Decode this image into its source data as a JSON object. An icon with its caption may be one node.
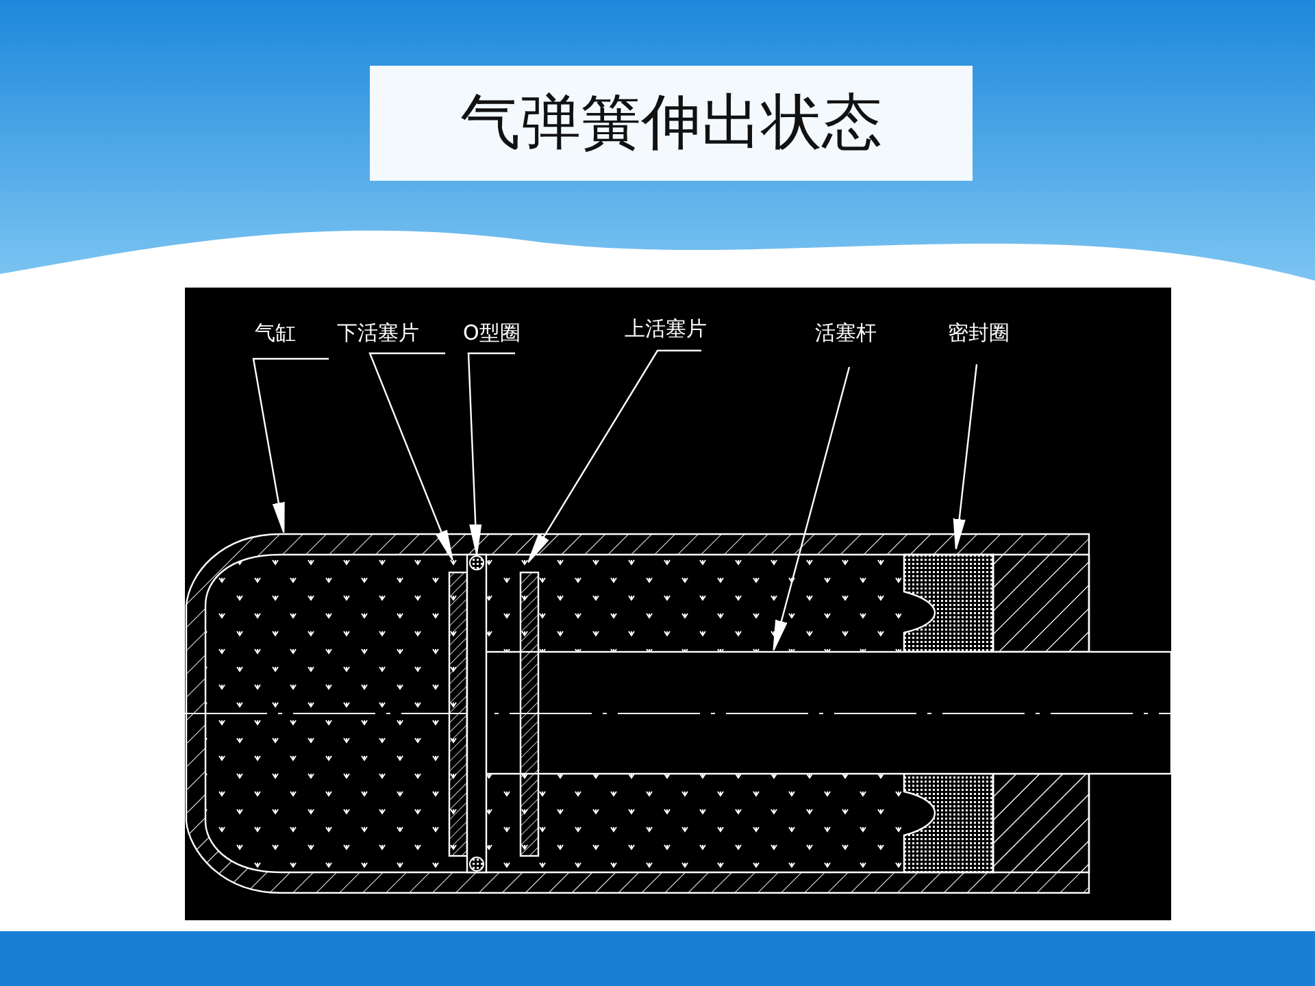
{
  "diagram": {
    "title": "气弹簧伸出状态",
    "nodes": [
      {
        "text": [
          "气缸"
        ]
      },
      {
        "text": [
          "下活塞片"
        ]
      },
      {
        "text": [
          "O型圈"
        ]
      },
      {
        "text": [
          "上活塞片"
        ]
      },
      {
        "text": [
          "活塞杆"
        ]
      },
      {
        "text": [
          "密封圈"
        ]
      }
    ],
    "edges": [
      {
        "from": 0,
        "to": null,
        "arrow": "to"
      },
      {
        "from": 1,
        "to": null,
        "arrow": "to"
      },
      {
        "from": 2,
        "to": null,
        "arrow": "to"
      },
      {
        "from": 3,
        "to": null,
        "arrow": "to"
      },
      {
        "from": 4,
        "to": null,
        "arrow": "to"
      },
      {
        "from": 5,
        "to": null,
        "arrow": "to"
      }
    ]
  }
}
